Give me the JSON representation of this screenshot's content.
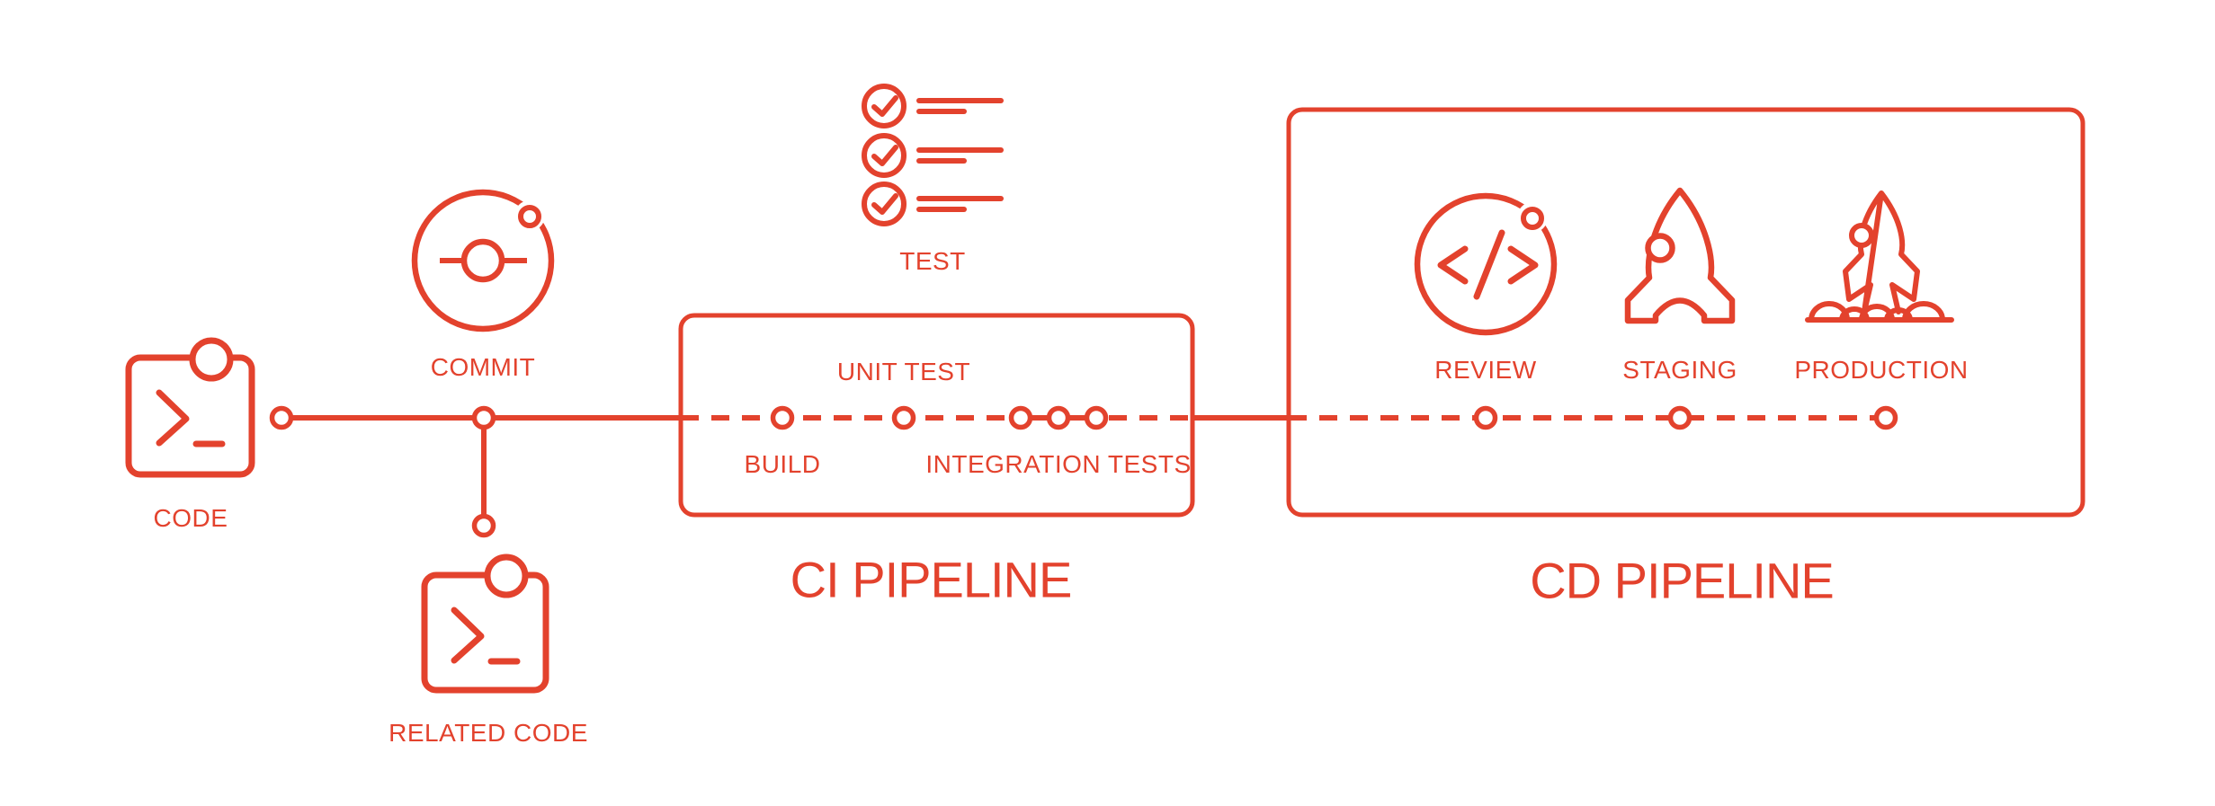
{
  "palette": {
    "accent": "#E3422D",
    "background": "#FFFFFF"
  },
  "stages": {
    "code": {
      "label": "CODE"
    },
    "commit": {
      "label": "COMMIT"
    },
    "related_code": {
      "label": "RELATED CODE"
    },
    "test": {
      "label": "TEST"
    },
    "build": {
      "label": "BUILD"
    },
    "unit_test": {
      "label": "UNIT TEST"
    },
    "integration_tests": {
      "label": "INTEGRATION TESTS"
    },
    "review": {
      "label": "REVIEW"
    },
    "staging": {
      "label": "STAGING"
    },
    "production": {
      "label": "PRODUCTION"
    }
  },
  "sections": {
    "ci": {
      "title": "CI PIPELINE"
    },
    "cd": {
      "title": "CD PIPELINE"
    }
  },
  "icons": {
    "code": "terminal-code-icon",
    "commit": "git-commit-orbit-icon",
    "related_code": "terminal-code-icon",
    "test": "checklist-icon",
    "review": "code-review-orbit-icon",
    "staging": "rocket-standing-icon",
    "production": "rocket-launch-icon"
  }
}
